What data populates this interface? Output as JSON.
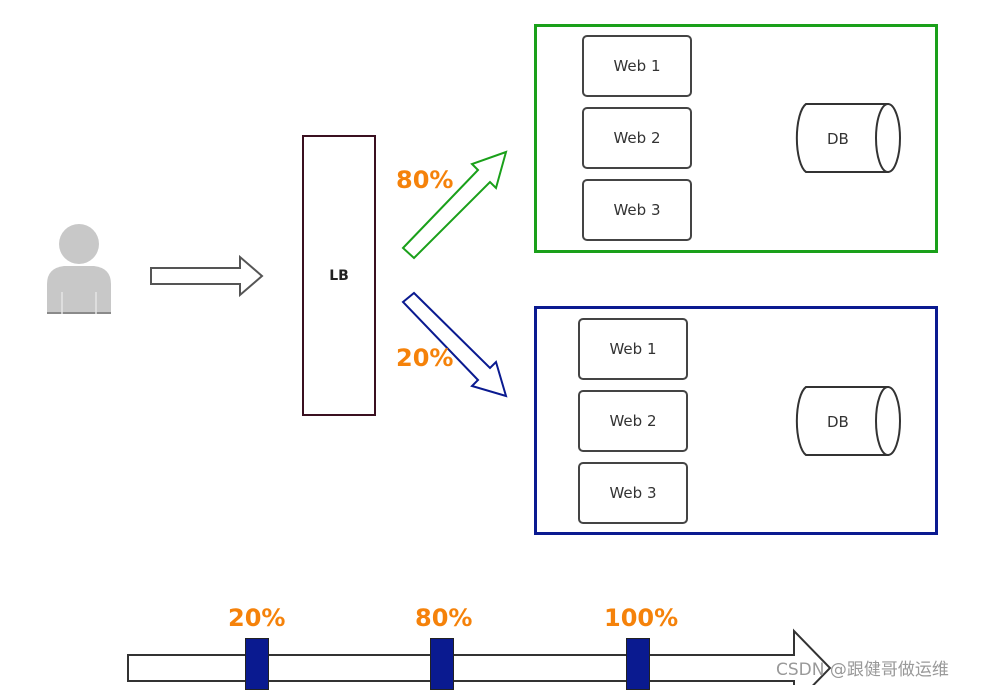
{
  "client": {
    "icon": "user-icon"
  },
  "load_balancer": {
    "label": "LB"
  },
  "routes": [
    {
      "percent_label": "80%",
      "color": "#1aa01a"
    },
    {
      "percent_label": "20%",
      "color": "#0a1a90"
    }
  ],
  "environments": [
    {
      "border_color": "#1aa01a",
      "web_servers": [
        "Web 1",
        "Web 2",
        "Web 3"
      ],
      "db_label": "DB"
    },
    {
      "border_color": "#0a1a90",
      "web_servers": [
        "Web 1",
        "Web 2",
        "Web 3"
      ],
      "db_label": "DB"
    }
  ],
  "rollout_timeline": {
    "stages": [
      "20%",
      "80%",
      "100%"
    ],
    "marker_color": "#0a1a90",
    "label_color": "#f5820a"
  },
  "watermark": "CSDN @跟健哥做运维"
}
